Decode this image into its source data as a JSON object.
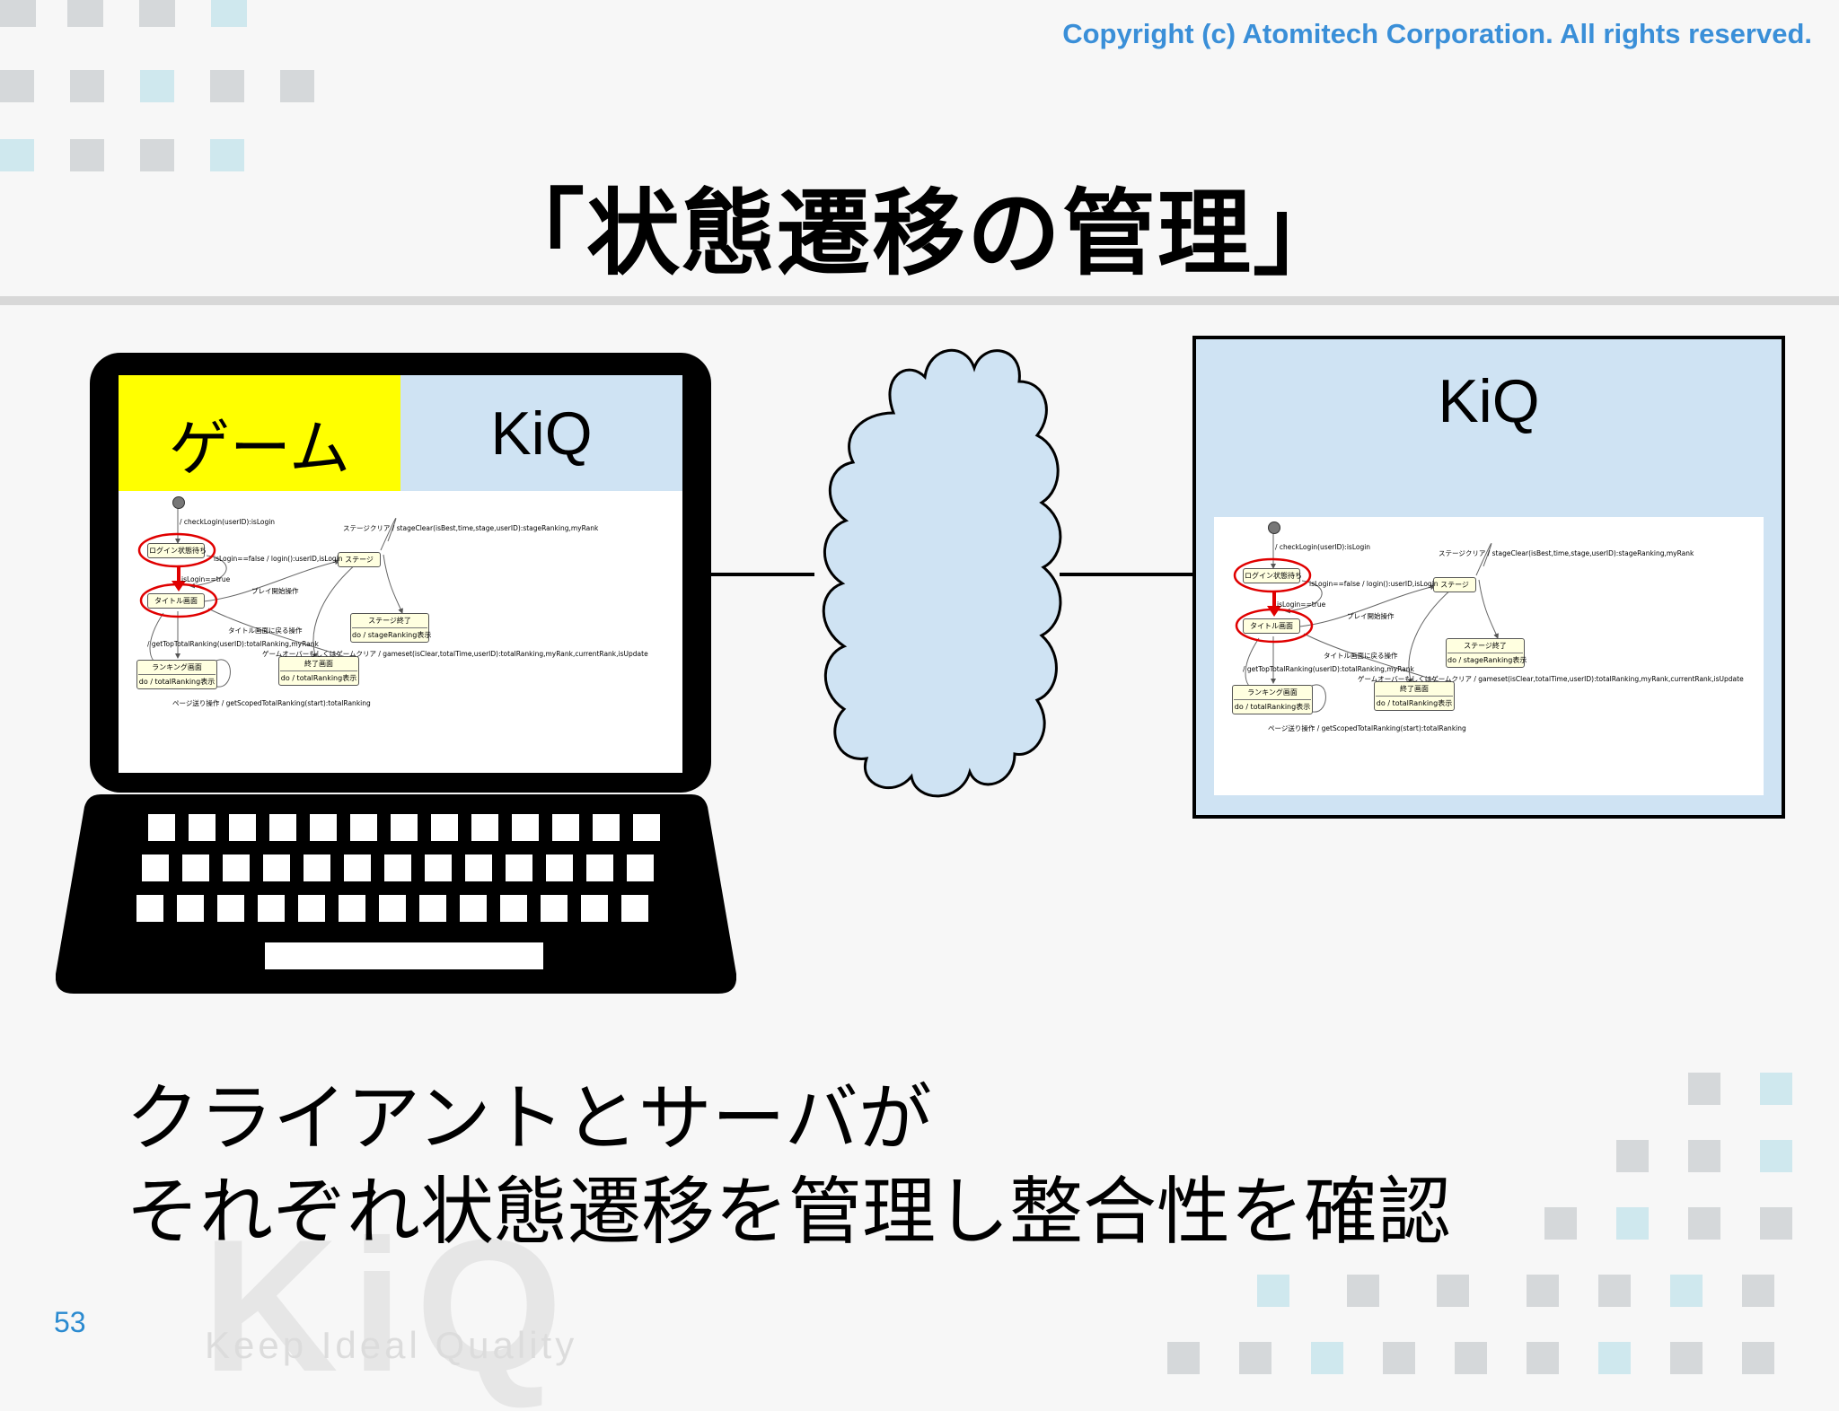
{
  "copyright": "Copyright (c) Atomitech Corporation. All rights reserved.",
  "title": "「状態遷移の管理」",
  "laptop": {
    "game_label": "ゲーム",
    "kiq_label": "KiQ"
  },
  "server": {
    "kiq_label": "KiQ"
  },
  "state_diagram": {
    "states": {
      "login_wait": "ログイン状態待ち",
      "title_screen": "タイトル画面",
      "stage": "ステージ",
      "stage_end": "ステージ終了",
      "stage_end_action": "do / stageRanking表示",
      "ranking_screen": "ランキング画面",
      "ranking_action": "do / totalRanking表示",
      "end_screen": "終了画面",
      "end_action": "do / totalRanking表示"
    },
    "transitions": {
      "check_login": "/ checkLogin(userID):isLogin",
      "login_false": "isLogin==false / login():userID,isLogin",
      "login_true": "isLogin==true",
      "play_start": "プレイ開始操作",
      "stage_clear": "ステージクリア / stageClear(isBest,time,stage,userID):stageRanking,myRank",
      "back_to_title": "タイトル画面に戻る操作",
      "get_top_ranking": "/ getTopTotalRanking(userID):totalRanking,myRank",
      "game_over": "ゲームオーバーもしくはゲームクリア / gameset(isClear,totalTime,userID):totalRanking,myRank,currentRank,isUpdate",
      "page_turn": "ページ送り操作 / getScopedTotalRanking(start):totalRanking"
    }
  },
  "caption": {
    "line1": "クライアントとサーバが",
    "line2": "それぞれ状態遷移を管理し整合性を確認"
  },
  "page_number": "53",
  "watermark": {
    "letters": "KiQ",
    "tagline": "Keep Ideal Quality"
  },
  "colors": {
    "accent": "#3a8fd8",
    "game_panel": "#ffff00",
    "kiq_panel": "#cfe3f3",
    "cloud": "#cfe3f3",
    "highlight": "#e00000"
  }
}
